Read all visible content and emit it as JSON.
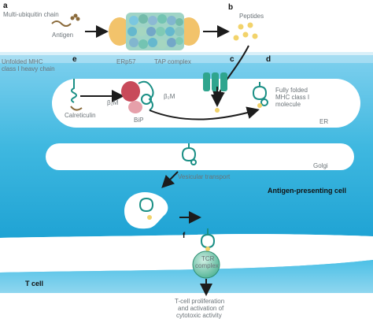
{
  "panels": {
    "a": "a",
    "b": "b",
    "c": "c",
    "d": "d",
    "e": "e",
    "f": "f"
  },
  "labels": {
    "multi_ubiquitin": "Multi-ubiquitin chain",
    "antigen": "Antigen",
    "peptides": "Peptides",
    "unfolded_mhc_1": "Unfolded MHC",
    "unfolded_mhc_2": "class I heavy chain",
    "erp57": "ERp57",
    "tap_complex": "TAP complex",
    "b2m_1": "β₂M",
    "b2m_2": "β₂M",
    "calreticulin": "Calreticulin",
    "bip": "BiP",
    "fully_folded_1": "Fully folded",
    "fully_folded_2": "MHC class I",
    "fully_folded_3": "molecule",
    "er": "ER",
    "golgi": "Golgi",
    "vesicular": "Vesicular transport",
    "apc": "Antigen-presenting cell",
    "tcr_1": "TCR",
    "tcr_2": "complex",
    "t_cell": "T cell",
    "outcome_1": "T-cell proliferation",
    "outcome_2": "and activation of",
    "outcome_3": "cytotoxic activity"
  },
  "colors": {
    "cytoplasm": "#3fb8e0",
    "cytoplasm_light": "#9ed9ef",
    "er_lumen": "#ffffff",
    "mhc_stroke": "#1a8f85",
    "peptide": "#f2d36b",
    "chaperone": "#c84a5a",
    "tap": "#2fa58e",
    "tcr": "#6cc3a8",
    "arrow": "#1c1c1c"
  },
  "icons": [
    "proteasome-icon",
    "ubiquitin-chain-icon",
    "mhc-molecule-icon",
    "tap-transporter-icon",
    "tcr-complex-icon"
  ]
}
